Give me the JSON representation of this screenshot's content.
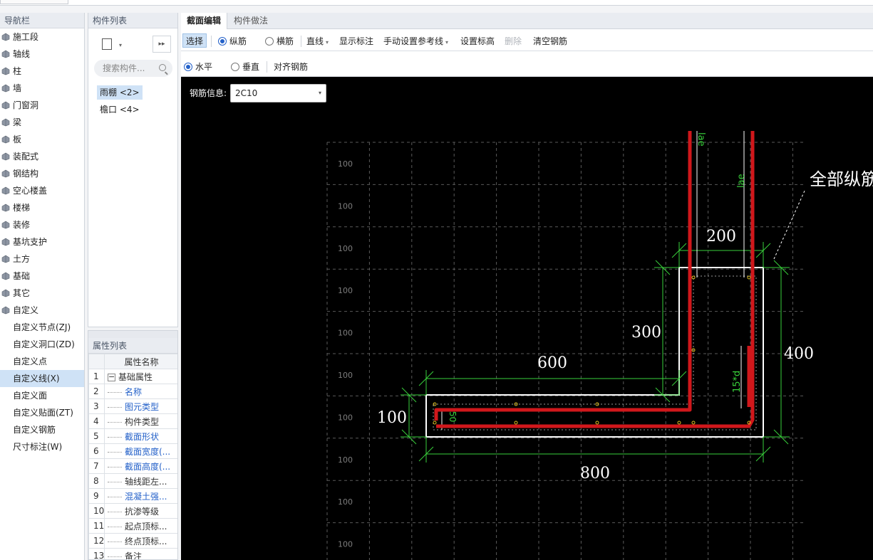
{
  "nav": {
    "title": "导航栏",
    "items": [
      {
        "label": "施工段",
        "icon": "construction-segment-icon"
      },
      {
        "label": "轴线",
        "icon": "grid-axis-icon"
      },
      {
        "label": "柱",
        "icon": "column-icon"
      },
      {
        "label": "墙",
        "icon": "wall-icon"
      },
      {
        "label": "门窗洞",
        "icon": "door-window-icon"
      },
      {
        "label": "梁",
        "icon": "beam-icon"
      },
      {
        "label": "板",
        "icon": "slab-icon"
      },
      {
        "label": "装配式",
        "icon": "prefab-icon"
      },
      {
        "label": "钢结构",
        "icon": "steel-structure-icon"
      },
      {
        "label": "空心楼盖",
        "icon": "hollow-floor-icon"
      },
      {
        "label": "楼梯",
        "icon": "stair-icon"
      },
      {
        "label": "装修",
        "icon": "decoration-icon"
      },
      {
        "label": "基坑支护",
        "icon": "pit-support-icon"
      },
      {
        "label": "土方",
        "icon": "earthwork-icon"
      },
      {
        "label": "基础",
        "icon": "foundation-icon"
      },
      {
        "label": "其它",
        "icon": "other-icon"
      },
      {
        "label": "自定义",
        "icon": "custom-icon"
      }
    ],
    "subitems": [
      {
        "label": "自定义节点(ZJ)"
      },
      {
        "label": "自定义洞口(ZD)"
      },
      {
        "label": "自定义点"
      },
      {
        "label": "自定义线(X)",
        "selected": true
      },
      {
        "label": "自定义面"
      },
      {
        "label": "自定义贴面(ZT)"
      },
      {
        "label": "自定义钢筋"
      },
      {
        "label": "尺寸标注(W)"
      }
    ]
  },
  "components": {
    "title": "构件列表",
    "search_placeholder": "搜索构件...",
    "more_label": "▸▸",
    "items": [
      {
        "label": "雨棚 <2>",
        "selected": true
      },
      {
        "label": "檐口 <4>",
        "selected": false
      }
    ]
  },
  "properties": {
    "title": "属性列表",
    "header": "属性名称",
    "group": "基础属性",
    "rows": [
      {
        "num": "1",
        "label": "基础属性",
        "group": true
      },
      {
        "num": "2",
        "label": "名称",
        "color": "blue"
      },
      {
        "num": "3",
        "label": "图元类型",
        "color": "blue"
      },
      {
        "num": "4",
        "label": "构件类型",
        "color": "black"
      },
      {
        "num": "5",
        "label": "截面形状",
        "color": "blue"
      },
      {
        "num": "6",
        "label": "截面宽度(...",
        "color": "blue"
      },
      {
        "num": "7",
        "label": "截面高度(...",
        "color": "blue"
      },
      {
        "num": "8",
        "label": "轴线距左...",
        "color": "black"
      },
      {
        "num": "9",
        "label": "混凝土强...",
        "color": "blue"
      },
      {
        "num": "10",
        "label": "抗渗等级",
        "color": "black"
      },
      {
        "num": "11",
        "label": "起点顶标...",
        "color": "black"
      },
      {
        "num": "12",
        "label": "终点顶标...",
        "color": "black"
      },
      {
        "num": "13",
        "label": "备注",
        "color": "black"
      }
    ]
  },
  "main": {
    "tabs": [
      {
        "label": "截面编辑",
        "active": true
      },
      {
        "label": "构件做法",
        "active": false
      }
    ],
    "toolbar1": {
      "select": "选择",
      "longitudinal": "纵筋",
      "transverse": "横筋",
      "line": "直线",
      "show_labels": "显示标注",
      "manual_ref": "手动设置参考线",
      "set_elevation": "设置标高",
      "delete": "删除",
      "clear_rebar": "清空钢筋"
    },
    "toolbar2": {
      "horizontal": "水平",
      "vertical": "垂直",
      "align_rebar": "对齐钢筋"
    },
    "canvas": {
      "rebar_info_label": "钢筋信息:",
      "rebar_info_value": "2C10",
      "grid_label": "100",
      "dims": {
        "d200": "200",
        "d300": "300",
        "d400": "400",
        "d600": "600",
        "d100": "100",
        "d800": "800"
      },
      "anchor1": "lae",
      "anchor2": "lae",
      "hook": "15*d",
      "offset": "50",
      "callout": "全部纵筋"
    },
    "colors": {
      "rebar": "#d0171b",
      "dimension": "#39d13b",
      "outline": "#ffffff",
      "grid": "#5a5a5a",
      "select_bg": "#cfe2f6"
    }
  }
}
